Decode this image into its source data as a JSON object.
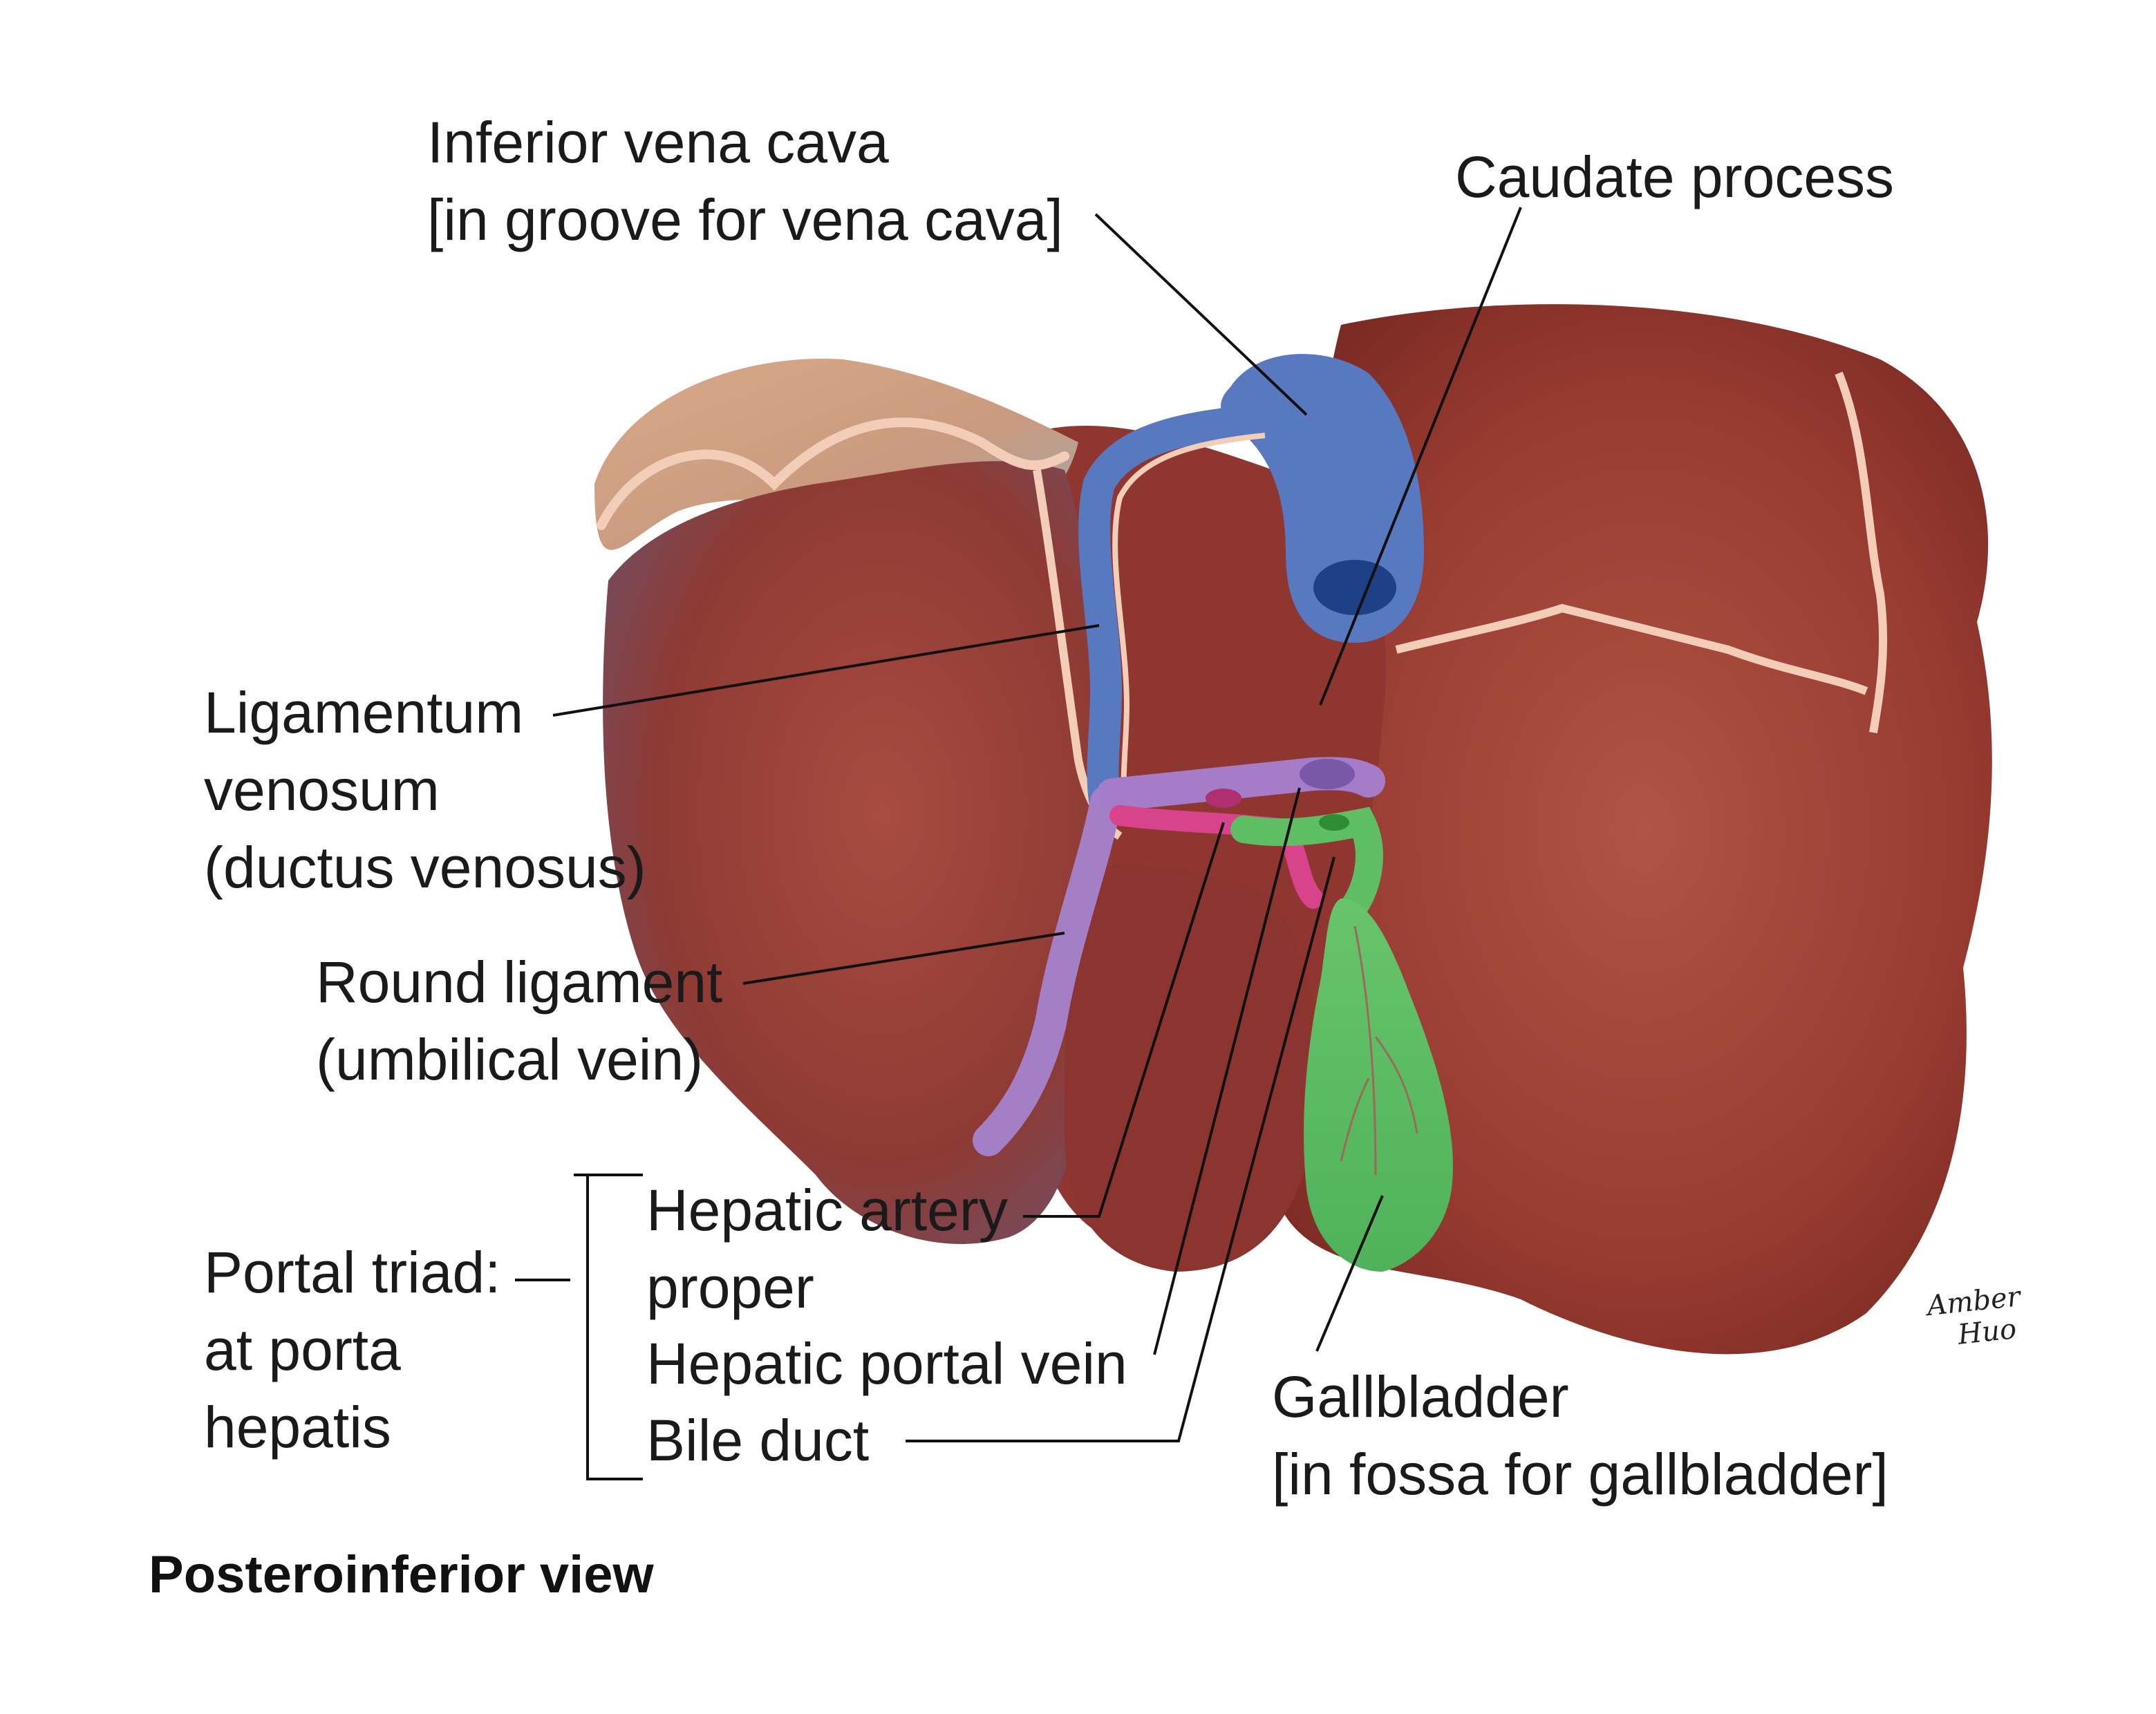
{
  "labels": {
    "ivc": [
      "Inferior vena cava",
      "[in groove for vena cava]"
    ],
    "caudate": [
      "Caudate process"
    ],
    "lig_venosum": [
      "Ligamentum",
      "venosum",
      "(ductus venosus)"
    ],
    "round_lig": [
      "Round ligament",
      "(umbilical vein)"
    ],
    "portal_triad": [
      "Portal triad:",
      "at porta",
      "hepatis"
    ],
    "hep_artery": [
      "Hepatic artery",
      "proper"
    ],
    "portal_vein": [
      "Hepatic portal vein"
    ],
    "bile_duct": [
      "Bile duct"
    ],
    "gallbladder": [
      "Gallbladder",
      "[in fossa for gallbladder]"
    ]
  },
  "caption": "Posteroinferior view",
  "signature": [
    "Amber",
    "Huo"
  ],
  "colors": {
    "liver": "#9a3a30",
    "liver_dark": "#7e2a22",
    "liver_light": "#b8584a",
    "capsule": "#f4cdb8",
    "bare_area": "#d4a385",
    "vena_cava": "#5878c0",
    "vena_cava_dark": "#1f3f86",
    "umbilical": "#a47fc6",
    "artery": "#d8438c",
    "portal_vein": "#a57cc8",
    "bile": "#5fbd63",
    "bile_dark": "#2d8c34"
  }
}
